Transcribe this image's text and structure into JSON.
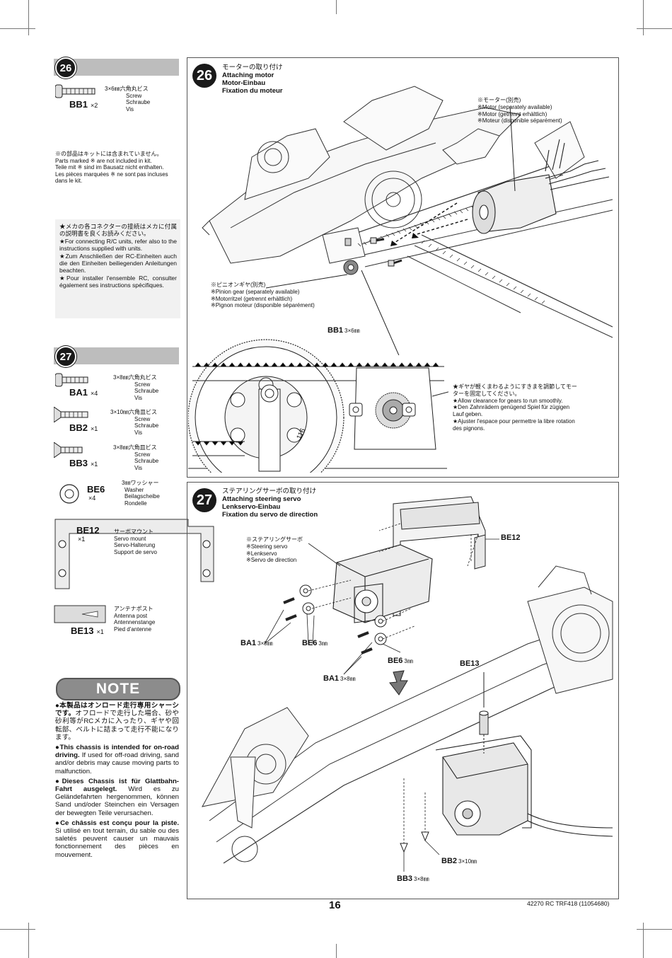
{
  "page": {
    "number": "16",
    "footer_code": "42270 RC TRF418 (11054680)"
  },
  "step26": {
    "num": "26",
    "parts": [
      {
        "code": "BB1",
        "qty": "×2",
        "jp": "3×6㎜六角丸ビス",
        "en": "Screw",
        "de": "Schraube",
        "fr": "Vis"
      }
    ],
    "parts_note": [
      "※の部品はキットには含まれていません。",
      "Parts marked ※ are not included in kit.",
      "Teile mit ※ sind im Bausatz nicht enthalten.",
      "Les pièces marquées ※ ne sont pas incluses dans le kit."
    ],
    "connector_note": [
      "★メカの各コネクターの接続はメカに付属の説明書を良くお読みください。",
      "★For connecting R/C units, refer also to the instructions supplied with units.",
      "★Zum Anschließen der RC-Einheiten auch die den Einheiten beiliegenden Anleitungen beachten.",
      "★Pour installer l'ensemble RC, consulter également ses instructions spécifiques."
    ],
    "title": {
      "jp": "モーターの取り付け",
      "en": "Attaching motor",
      "de": "Motor-Einbau",
      "fr": "Fixation du moteur"
    },
    "motor_note": [
      "※モーター(別売)",
      "※Motor (separately available)",
      "※Motor (getrennt erhältlich)",
      "※Moteur (disponible séparément)"
    ],
    "pinion_note": [
      "※ピニオンギヤ(別売)",
      "※Pinion gear (separately available)",
      "※Motorritzel (getrennt erhältlich)",
      "※Pignon moteur (disponible séparément)"
    ],
    "bb1_label": "BB1",
    "bb1_size": "3×6㎜",
    "gear_number": "116",
    "clearance_note": [
      "★ギヤが軽くまわるようにすきまを調節してモーターを固定してください。",
      "★Allow clearance for gears to run smoothly.",
      "★Den Zahnrädern genügend Spiel für zügigen Lauf geben.",
      "★Ajuster l'espace pour permettre la libre rotation des pignons."
    ]
  },
  "step27": {
    "num": "27",
    "parts": [
      {
        "code": "BA1",
        "qty": "×4",
        "jp": "3×8㎜六角丸ビス",
        "en": "Screw",
        "de": "Schraube",
        "fr": "Vis"
      },
      {
        "code": "BB2",
        "qty": "×1",
        "jp": "3×10㎜六角皿ビス",
        "en": "Screw",
        "de": "Schraube",
        "fr": "Vis"
      },
      {
        "code": "BB3",
        "qty": "×1",
        "jp": "3×8㎜六角皿ビス",
        "en": "Screw",
        "de": "Schraube",
        "fr": "Vis"
      },
      {
        "code": "BE6",
        "qty": "×4",
        "jp": "3㎜ワッシャー",
        "en": "Washer",
        "de": "Beilagscheibe",
        "fr": "Rondelle"
      }
    ],
    "mount": {
      "code": "BE12",
      "qty": "×1",
      "jp": "サーボマウント",
      "en": "Servo mount",
      "de": "Servo-Halterung",
      "fr": "Support de servo"
    },
    "antenna": {
      "code": "BE13",
      "qty": "×1",
      "jp": "アンテナポスト",
      "en": "Antenna post",
      "de": "Antennenstange",
      "fr": "Pied d'antenne"
    },
    "title": {
      "jp": "ステアリングサーボの取り付け",
      "en": "Attaching steering servo",
      "de": "Lenkservo-Einbau",
      "fr": "Fixation du servo de direction"
    },
    "servo_note": [
      "※ステアリングサーボ",
      "※Steering servo",
      "※Lenkservo",
      "※Servo de direction"
    ],
    "labels": {
      "be12": "BE12",
      "ba1_a": "BA1",
      "ba1_a_size": "3×8㎜",
      "be6_a": "BE6",
      "be6_a_size": "3㎜",
      "be6_b": "BE6",
      "be6_b_size": "3㎜",
      "ba1_b": "BA1",
      "ba1_b_size": "3×8㎜",
      "be13": "BE13",
      "bb2": "BB2",
      "bb2_size": "3×10㎜",
      "bb3": "BB3",
      "bb3_size": "3×8㎜"
    }
  },
  "note": {
    "heading": "NOTE",
    "paragraphs": [
      {
        "bold": "●本製品はオンロード走行専用シャーシです。",
        "text": "オフロードで走行した場合、砂や砂利等がRCメカに入ったり、ギヤや回転部、ベルトに詰まって走行不能になります。"
      },
      {
        "bold": "●This chassis is intended for on-road driving.",
        "text": "If used for off-road driving, sand and/or debris may cause moving parts to malfunction."
      },
      {
        "bold": "●Dieses Chassis ist für Glattbahn-Fahrt ausgelegt.",
        "text": "Wird es zu Geländefahrten hergenommen, können Sand und/oder Steinchen ein Versagen der bewegten Teile verursachen."
      },
      {
        "bold": "●Ce châssis est conçu pour la piste.",
        "text": "Si utilisé en tout terrain, du sable ou des saletés peuvent causer un mauvais fonctionnement des pièces en mouvement."
      }
    ]
  }
}
